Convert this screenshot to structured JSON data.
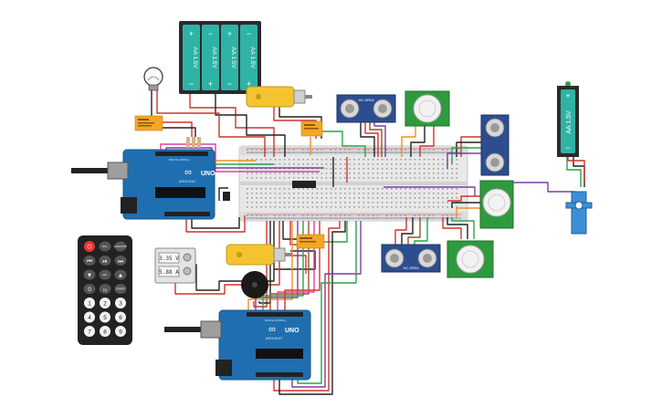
{
  "colors": {
    "board": "#1f6fb0",
    "board_dark": "#17558a",
    "battery": "#2fb3a6",
    "battery_case": "#2b2b2b",
    "breadboard": "#e6e6e6",
    "motor": "#f4c430",
    "relay": "#f5a623",
    "sensor": "#2c4d8f",
    "pir": "#2e9a3e",
    "remote": "#222222",
    "wire_red": "#d0342c",
    "wire_black": "#222222",
    "wire_green": "#2aa34a",
    "wire_orange": "#f0901e",
    "wire_purple": "#7b3fa0",
    "wire_pink": "#e040a0",
    "wire_gray": "#8a8a8a",
    "wire_brown": "#8b5a2b"
  },
  "battery_pack": {
    "cells": [
      "AA 1.5V",
      "AA 1.5V",
      "AA 1.5V",
      "AA 1.5V"
    ],
    "plus": "+",
    "minus": "−"
  },
  "battery_single": {
    "label": "AA 1.5V",
    "plus": "+",
    "minus": "−"
  },
  "arduino_top": {
    "logo": "∞",
    "model": "UNO",
    "brand": "ARDUINO",
    "digital_label": "DIGITAL (PWM~)"
  },
  "arduino_bottom": {
    "logo": "∞",
    "model": "UNO",
    "brand": "ARDUINO",
    "digital_label": "DIGITAL (PWM~)"
  },
  "ultrasonic": {
    "label": "HC-SR04"
  },
  "multimeter": {
    "reading_voltage": "3.35 V",
    "reading_current": "5.88 A"
  },
  "remote": {
    "row1": [
      "⏻",
      "VOL+",
      "FUNC/STOP"
    ],
    "row2": [
      "⏮",
      "⏯",
      "⏭"
    ],
    "row3": [
      "▼",
      "VOL-",
      "▲"
    ],
    "row4": [
      "0",
      "EQ",
      "ST/REPT"
    ],
    "row5": [
      "1",
      "2",
      "3"
    ],
    "row6": [
      "4",
      "5",
      "6"
    ],
    "row7": [
      "7",
      "8",
      "9"
    ]
  },
  "icons": [
    "lightbulb-icon",
    "motor-icon",
    "buzzer-icon",
    "servo-icon"
  ]
}
